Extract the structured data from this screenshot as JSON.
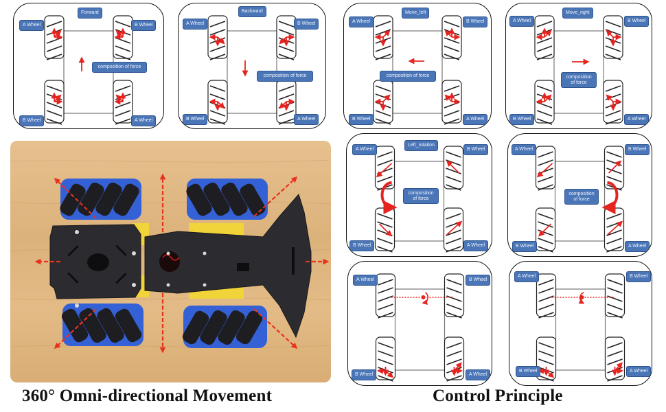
{
  "captions": {
    "left": "360° Omni-directional Movement",
    "right": "Control Principle"
  },
  "colors": {
    "label_fill": "#4a76b8",
    "force_arrow": "#e52420",
    "wheel_blue": "#2f5fd0",
    "chassis": "#2b2b2e",
    "motor_yellow": "#f3d93a",
    "wood": "#dfb67f"
  },
  "wheel_labels": {
    "a": "A Wheel",
    "b": "B Wheel"
  },
  "panels": [
    {
      "id": "forward",
      "title": "Forward",
      "force_label": "composition of force",
      "resultant": "up"
    },
    {
      "id": "backward",
      "title": "Backward",
      "force_label": "composition of force",
      "resultant": "down"
    },
    {
      "id": "move-left",
      "title": "Move_left",
      "force_label": "composition of force",
      "resultant": "left"
    },
    {
      "id": "move-right",
      "title": "Move_right",
      "force_label": "composition of force",
      "resultant": "right"
    },
    {
      "id": "left-rotation",
      "title": "Left_rotation",
      "force_label": "composition of force",
      "resultant": "ccw"
    },
    {
      "id": "right-rotation",
      "title": "",
      "force_label": "composition of force",
      "resultant": "cw"
    },
    {
      "id": "pivot-left",
      "title": "",
      "force_label": "",
      "resultant": "pivot"
    },
    {
      "id": "pivot-right",
      "title": "",
      "force_label": "",
      "resultant": "pivot"
    }
  ],
  "photo": {
    "subject": "mecanum-wheel robot car chassis, top view",
    "direction_arrows": [
      "up",
      "down",
      "left",
      "right",
      "up-left",
      "up-right",
      "down-left",
      "down-right"
    ]
  }
}
